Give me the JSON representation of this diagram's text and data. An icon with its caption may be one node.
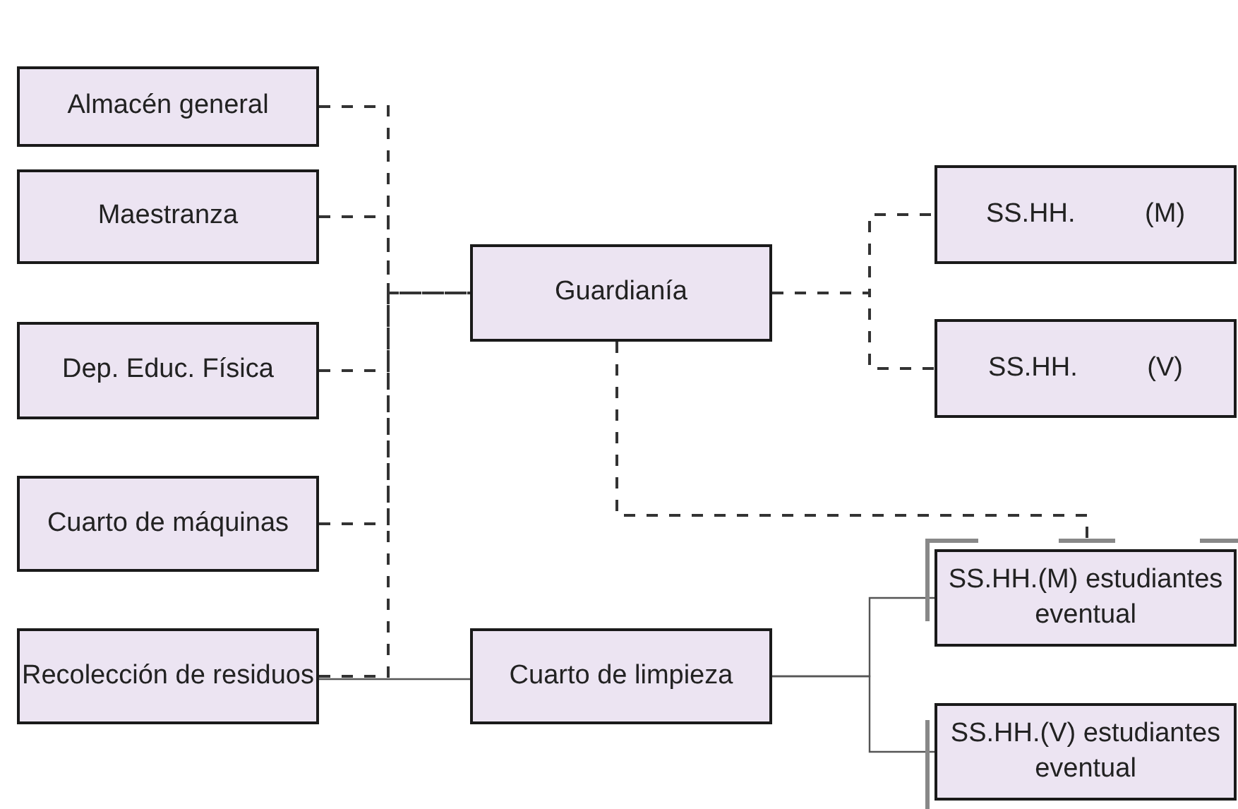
{
  "diagram": {
    "nodes": [
      {
        "text": [
          "Almacén general"
        ]
      },
      {
        "text": [
          "Maestranza"
        ]
      },
      {
        "text": [
          "Dep. Educ. Física"
        ]
      },
      {
        "text": [
          "Cuarto de máquinas"
        ]
      },
      {
        "text": [
          "Recolección de residuos"
        ]
      },
      {
        "text": [
          "Guardianía"
        ]
      },
      {
        "text": [
          "SS.HH. (M)"
        ]
      },
      {
        "text": [
          "SS.HH. (V)"
        ]
      },
      {
        "text": [
          "SS.HH.(M) estudiantes eventual"
        ]
      },
      {
        "text": [
          "SS.HH.(V) estudiantes eventual"
        ]
      },
      {
        "text": [
          "Cuarto de limpieza"
        ]
      }
    ],
    "edges": [
      {
        "from": 0,
        "to": 5,
        "arrow": "none",
        "style": "dashed"
      },
      {
        "from": 1,
        "to": 5,
        "arrow": "none",
        "style": "dashed"
      },
      {
        "from": 2,
        "to": 5,
        "arrow": "none",
        "style": "dashed"
      },
      {
        "from": 3,
        "to": 5,
        "arrow": "none",
        "style": "dashed"
      },
      {
        "from": 4,
        "to": 5,
        "arrow": "none",
        "style": "dashed"
      },
      {
        "from": 5,
        "to": 6,
        "arrow": "none",
        "style": "dashed"
      },
      {
        "from": 5,
        "to": 7,
        "arrow": "none",
        "style": "dashed"
      },
      {
        "from": 5,
        "to": 8,
        "arrow": "none",
        "style": "dashed"
      },
      {
        "from": 4,
        "to": 10,
        "arrow": "none"
      },
      {
        "from": 10,
        "to": 8,
        "arrow": "none"
      },
      {
        "from": 10,
        "to": 9,
        "arrow": "none"
      }
    ]
  }
}
